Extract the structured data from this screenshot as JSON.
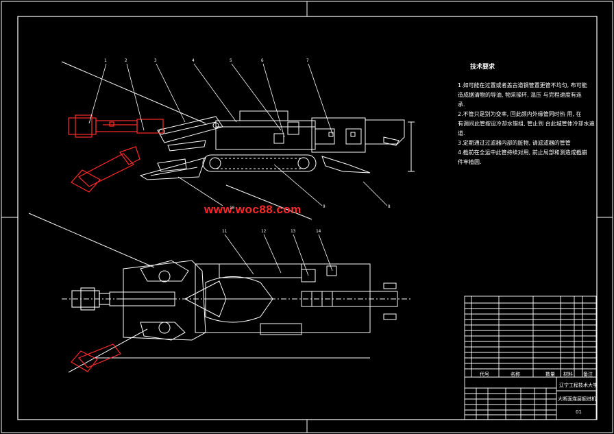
{
  "watermark": "www.woc88.com",
  "technical_requirements": {
    "title": "技术要求",
    "lines": [
      "1.如可能在过置或者盖古道钢管置更管不均匀, 布可能",
      "造成据清物的导油, 物采操环, 温压  与完程速度有连",
      "承.",
      "2.不管只是别为变率, 回此颜内外缘管同时热  用, 在",
      "有调间此管按设冷却水错组, 管止到  台此城管体冷却水遍",
      "道.",
      "3.定期通过过滤器内部的脏物, 请滤滤器的管管",
      "4.截前在全运中此管持续对用, 前止局部和测造成截崩",
      "件牢植圆."
    ]
  },
  "title_block": {
    "school": "辽宁工程技术大学",
    "drawing_title": "大断面煤层掘进机",
    "sheet_label": "01",
    "header_labels": [
      "代号",
      "名称",
      "数量",
      "材料",
      "备注"
    ]
  },
  "callouts_top": [
    "1",
    "2",
    "3",
    "4",
    "5",
    "6",
    "7"
  ],
  "callouts_side": [
    "8",
    "9",
    "10"
  ],
  "callouts_plan": [
    "11",
    "12",
    "13",
    "14"
  ]
}
